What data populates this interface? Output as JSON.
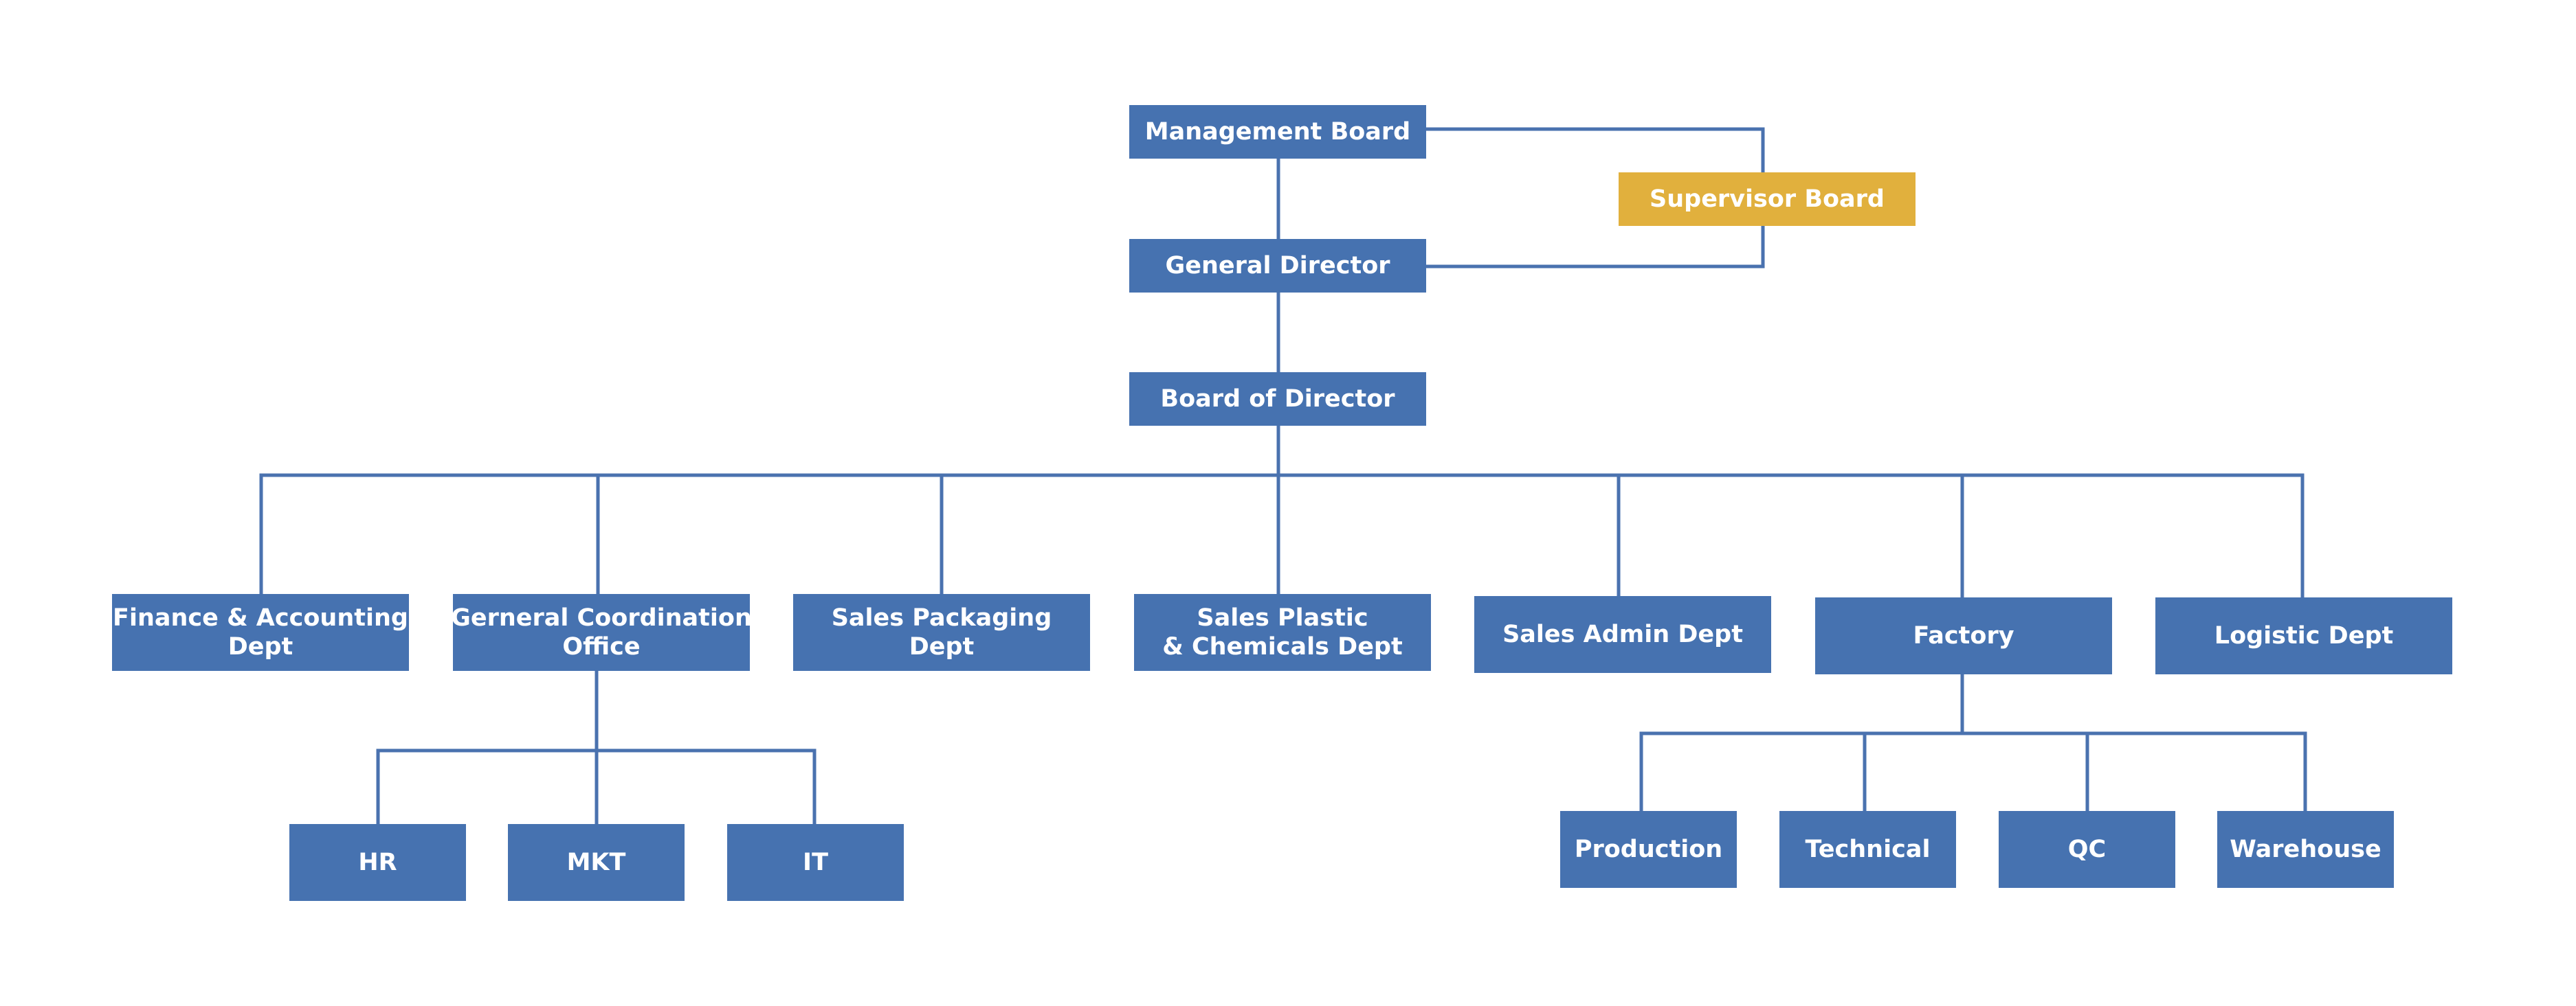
{
  "colors": {
    "node_fill": "#4672B0",
    "supervisor_fill": "#E1B03D",
    "line": "#4A72AF",
    "text": "#FFFFFF"
  },
  "nodes": {
    "management_board": {
      "lines": [
        "Management Board"
      ]
    },
    "supervisor_board": {
      "lines": [
        "Supervisor Board"
      ]
    },
    "general_director": {
      "lines": [
        "General Director"
      ]
    },
    "board_of_director": {
      "lines": [
        "Board of Director"
      ]
    },
    "finance_accounting": {
      "lines": [
        "Finance & Accounting",
        "Dept"
      ]
    },
    "general_coordination": {
      "lines": [
        "Gerneral Coordination",
        "Office"
      ]
    },
    "sales_packaging": {
      "lines": [
        "Sales Packaging",
        "Dept"
      ]
    },
    "sales_plastic": {
      "lines": [
        "Sales Plastic",
        "& Chemicals Dept"
      ]
    },
    "sales_admin": {
      "lines": [
        "Sales Admin Dept"
      ]
    },
    "factory": {
      "lines": [
        "Factory"
      ]
    },
    "logistic": {
      "lines": [
        "Logistic Dept"
      ]
    },
    "hr": {
      "lines": [
        "HR"
      ]
    },
    "mkt": {
      "lines": [
        "MKT"
      ]
    },
    "it": {
      "lines": [
        "IT"
      ]
    },
    "production": {
      "lines": [
        "Production"
      ]
    },
    "technical": {
      "lines": [
        "Technical"
      ]
    },
    "qc": {
      "lines": [
        "QC"
      ]
    },
    "warehouse": {
      "lines": [
        "Warehouse"
      ]
    }
  }
}
